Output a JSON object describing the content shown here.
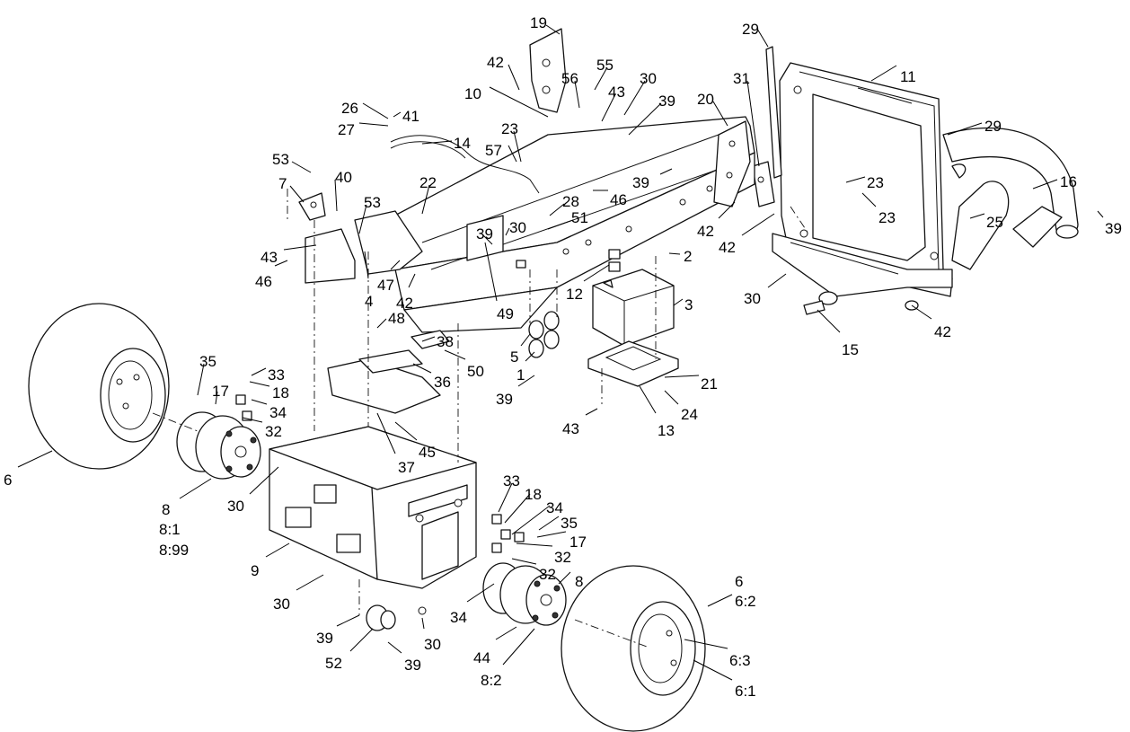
{
  "callouts": [
    {
      "id": "c-19",
      "text": "19"
    },
    {
      "id": "c-29a",
      "text": "29"
    },
    {
      "id": "c-42a",
      "text": "42"
    },
    {
      "id": "c-56",
      "text": "56"
    },
    {
      "id": "c-55",
      "text": "55"
    },
    {
      "id": "c-30a",
      "text": "30"
    },
    {
      "id": "c-31",
      "text": "31"
    },
    {
      "id": "c-11",
      "text": "11"
    },
    {
      "id": "c-10",
      "text": "10"
    },
    {
      "id": "c-43a",
      "text": "43"
    },
    {
      "id": "c-39a",
      "text": "39"
    },
    {
      "id": "c-20",
      "text": "20"
    },
    {
      "id": "c-26",
      "text": "26"
    },
    {
      "id": "c-41",
      "text": "41"
    },
    {
      "id": "c-27",
      "text": "27"
    },
    {
      "id": "c-23a",
      "text": "23"
    },
    {
      "id": "c-29b",
      "text": "29"
    },
    {
      "id": "c-14",
      "text": "14"
    },
    {
      "id": "c-57",
      "text": "57"
    },
    {
      "id": "c-53a",
      "text": "53"
    },
    {
      "id": "c-40",
      "text": "40"
    },
    {
      "id": "c-16",
      "text": "16"
    },
    {
      "id": "c-7",
      "text": "7"
    },
    {
      "id": "c-22",
      "text": "22"
    },
    {
      "id": "c-39b",
      "text": "39"
    },
    {
      "id": "c-23b",
      "text": "23"
    },
    {
      "id": "c-46a",
      "text": "46"
    },
    {
      "id": "c-53b",
      "text": "53"
    },
    {
      "id": "c-28",
      "text": "28"
    },
    {
      "id": "c-23c",
      "text": "23"
    },
    {
      "id": "c-51",
      "text": "51"
    },
    {
      "id": "c-25",
      "text": "25"
    },
    {
      "id": "c-30b",
      "text": "30"
    },
    {
      "id": "c-42b",
      "text": "42"
    },
    {
      "id": "c-39c",
      "text": "39"
    },
    {
      "id": "c-39d",
      "text": "39"
    },
    {
      "id": "c-42c",
      "text": "42"
    },
    {
      "id": "c-2",
      "text": "2"
    },
    {
      "id": "c-43b",
      "text": "43"
    },
    {
      "id": "c-46b",
      "text": "46"
    },
    {
      "id": "c-4",
      "text": "4"
    },
    {
      "id": "c-47",
      "text": "47"
    },
    {
      "id": "c-12",
      "text": "12"
    },
    {
      "id": "c-30c",
      "text": "30"
    },
    {
      "id": "c-42d",
      "text": "42"
    },
    {
      "id": "c-3",
      "text": "3"
    },
    {
      "id": "c-49",
      "text": "49"
    },
    {
      "id": "c-42e",
      "text": "42"
    },
    {
      "id": "c-48",
      "text": "48"
    },
    {
      "id": "c-15",
      "text": "15"
    },
    {
      "id": "c-38",
      "text": "38"
    },
    {
      "id": "c-5",
      "text": "5"
    },
    {
      "id": "c-35a",
      "text": "35"
    },
    {
      "id": "c-33a",
      "text": "33"
    },
    {
      "id": "c-50",
      "text": "50"
    },
    {
      "id": "c-1",
      "text": "1"
    },
    {
      "id": "c-18a",
      "text": "18"
    },
    {
      "id": "c-17a",
      "text": "17"
    },
    {
      "id": "c-36",
      "text": "36"
    },
    {
      "id": "c-21",
      "text": "21"
    },
    {
      "id": "c-39e",
      "text": "39"
    },
    {
      "id": "c-34a",
      "text": "34"
    },
    {
      "id": "c-24",
      "text": "24"
    },
    {
      "id": "c-32a",
      "text": "32"
    },
    {
      "id": "c-43c",
      "text": "43"
    },
    {
      "id": "c-13",
      "text": "13"
    },
    {
      "id": "c-45",
      "text": "45"
    },
    {
      "id": "c-37",
      "text": "37"
    },
    {
      "id": "c-6a",
      "text": "6"
    },
    {
      "id": "c-30d",
      "text": "30"
    },
    {
      "id": "c-33b",
      "text": "33"
    },
    {
      "id": "c-8a",
      "text": "8"
    },
    {
      "id": "c-81",
      "text": "8:1"
    },
    {
      "id": "c-899",
      "text": "8:99"
    },
    {
      "id": "c-18b",
      "text": "18"
    },
    {
      "id": "c-34b",
      "text": "34"
    },
    {
      "id": "c-35b",
      "text": "35"
    },
    {
      "id": "c-17b",
      "text": "17"
    },
    {
      "id": "c-32b",
      "text": "32"
    },
    {
      "id": "c-9",
      "text": "9"
    },
    {
      "id": "c-32c",
      "text": "32"
    },
    {
      "id": "c-8b",
      "text": "8"
    },
    {
      "id": "c-6b",
      "text": "6"
    },
    {
      "id": "c-30e",
      "text": "30"
    },
    {
      "id": "c-62",
      "text": "6:2"
    },
    {
      "id": "c-34c",
      "text": "34"
    },
    {
      "id": "c-39f",
      "text": "39"
    },
    {
      "id": "c-30f",
      "text": "30"
    },
    {
      "id": "c-44",
      "text": "44"
    },
    {
      "id": "c-52",
      "text": "52"
    },
    {
      "id": "c-39g",
      "text": "39"
    },
    {
      "id": "c-63",
      "text": "6:3"
    },
    {
      "id": "c-82",
      "text": "8:2"
    },
    {
      "id": "c-61",
      "text": "6:1"
    }
  ]
}
